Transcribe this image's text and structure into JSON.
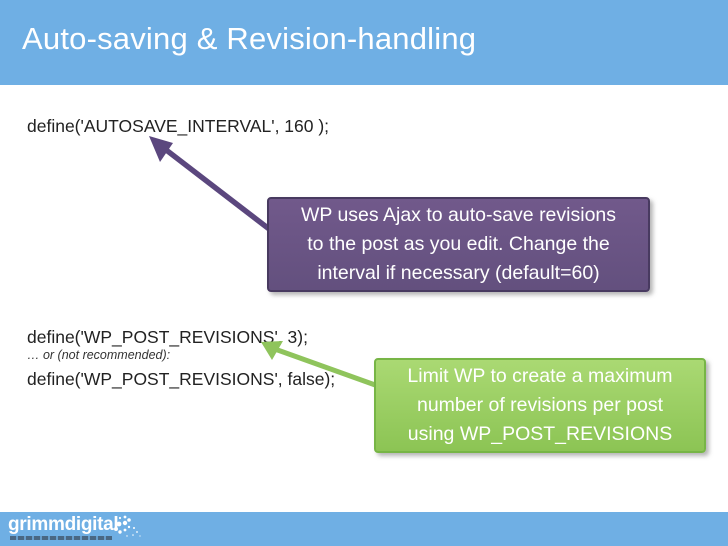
{
  "slide": {
    "title": "Auto-saving & Revision-handling",
    "code": {
      "autosave_interval": "define('AUTOSAVE_INTERVAL', 160 );",
      "post_revisions_limit": "define('WP_POST_REVISIONS', 3);",
      "note": "… or (not recommended):",
      "post_revisions_false": "define('WP_POST_REVISIONS', false);"
    },
    "callouts": {
      "autosave": {
        "lines": [
          "WP uses Ajax to auto-save revisions",
          "to the post as you edit. Change the",
          "interval if necessary (default=60)"
        ]
      },
      "revisions": {
        "lines": [
          "Limit WP to create a maximum",
          "number of revisions per post",
          "using WP_POST_REVISIONS"
        ]
      }
    },
    "footer": {
      "logo": "grimmdigital"
    },
    "colors": {
      "header_blue": "#6fafe4",
      "footer_blue": "#6fafe4",
      "purple_fill": "#6a5684",
      "purple_border": "#483a60",
      "arrow_purple": "#5b477e",
      "green_fill": "#97cc5f",
      "green_border": "#77b546",
      "arrow_green": "#8fc45c",
      "code_text": "#222222",
      "title_text": "#ffffff"
    }
  }
}
